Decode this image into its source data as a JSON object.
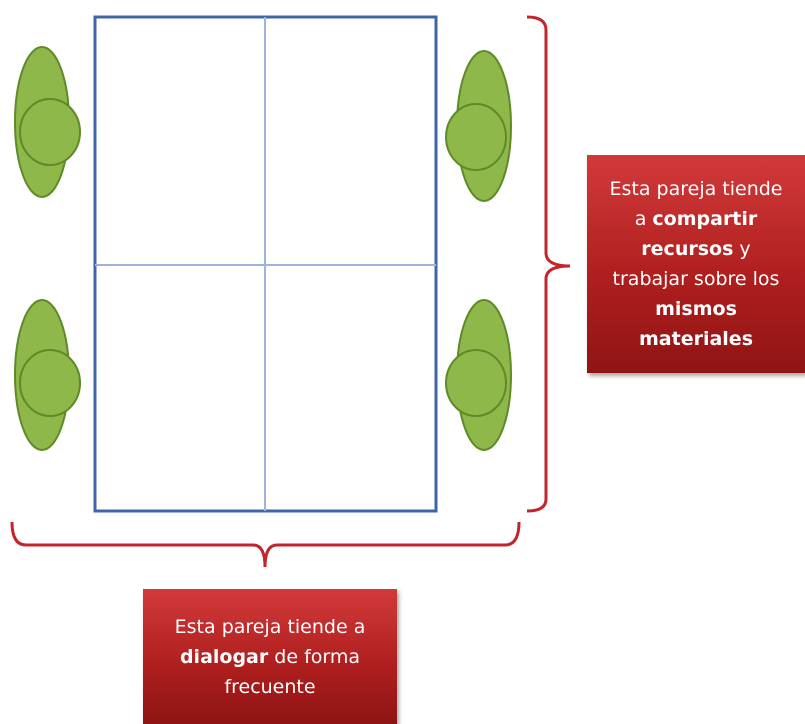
{
  "colors": {
    "table_border": "#3f66a8",
    "table_divider": "#9bb5dd",
    "person_fill": "#8fb84a",
    "person_stroke": "#5e8a28",
    "bracket": "#c0262c",
    "callout_bg": "#b01f1f",
    "callout_text": "#ffffff"
  },
  "callouts": {
    "right": {
      "line1": "Esta pareja tiende",
      "line2_pre": "a ",
      "line2_bold": "compartir",
      "line3_bold": "recursos",
      "line3_post": " y",
      "line4": "trabajar sobre los",
      "line5_bold": "mismos",
      "line6_bold": "materiales"
    },
    "bottom": {
      "line1": "Esta pareja tiende a",
      "line2_bold": "dialogar",
      "line2_post": " de forma",
      "line3": "frecuente"
    }
  }
}
